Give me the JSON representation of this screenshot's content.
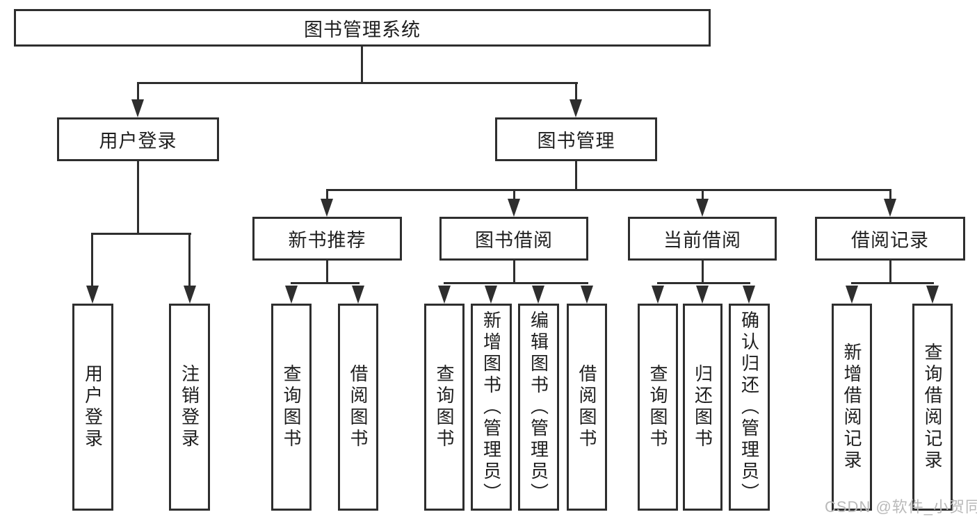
{
  "diagram": {
    "root": {
      "label": "图书管理系统"
    },
    "branches": [
      {
        "label": "用户登录",
        "children": [
          {
            "label": "用户登录"
          },
          {
            "label": "注销登录"
          }
        ]
      },
      {
        "label": "图书管理",
        "groups": [
          {
            "label": "新书推荐",
            "children": [
              {
                "label": "查询图书"
              },
              {
                "label": "借阅图书"
              }
            ]
          },
          {
            "label": "图书借阅",
            "children": [
              {
                "label": "查询图书"
              },
              {
                "label": "新增图书（管理员）"
              },
              {
                "label": "编辑图书（管理员）"
              },
              {
                "label": "借阅图书"
              }
            ]
          },
          {
            "label": "当前借阅",
            "children": [
              {
                "label": "查询图书"
              },
              {
                "label": "归还图书"
              },
              {
                "label": "确认归还（管理员）"
              }
            ]
          },
          {
            "label": "借阅记录",
            "children": [
              {
                "label": "新增借阅记录"
              },
              {
                "label": "查询借阅记录"
              }
            ]
          }
        ]
      }
    ]
  },
  "watermark": {
    "text": "CSDN @软件_小贺同学"
  },
  "colors": {
    "line": "#2e2e2e",
    "text": "#1e1e1e",
    "watermark": "#b9b9b9"
  }
}
